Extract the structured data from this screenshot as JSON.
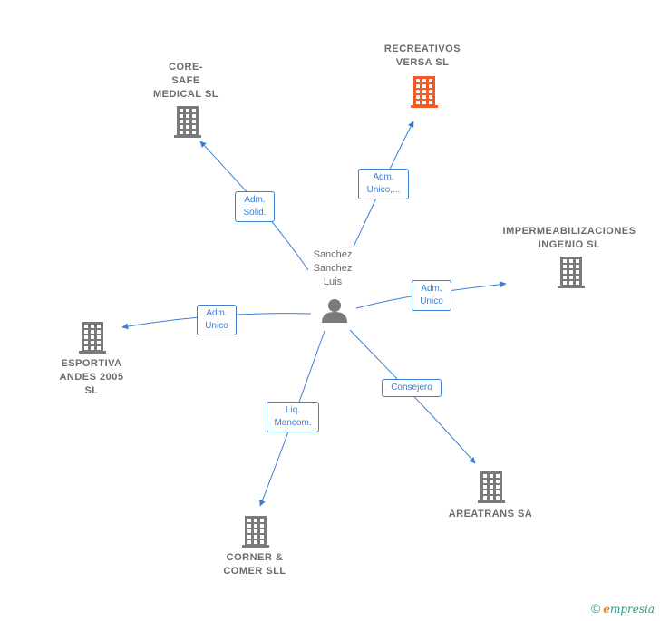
{
  "center": {
    "name_lines": [
      "Sanchez",
      "Sanchez",
      "Luis"
    ],
    "icon": "person-icon"
  },
  "companies": [
    {
      "id": "recreativos",
      "lines": [
        "RECREATIVOS",
        "VERSA  SL"
      ],
      "highlight": true,
      "icon": "building-icon"
    },
    {
      "id": "core",
      "lines": [
        "CORE-",
        "SAFE",
        "MEDICAL  SL"
      ],
      "highlight": false,
      "icon": "building-icon"
    },
    {
      "id": "imper",
      "lines": [
        "IMPERMEABILIZACIONES",
        "INGENIO  SL"
      ],
      "highlight": false,
      "icon": "building-icon"
    },
    {
      "id": "esportiva",
      "lines": [
        "ESPORTIVA",
        "ANDES 2005",
        "SL"
      ],
      "highlight": false,
      "icon": "building-icon"
    },
    {
      "id": "corner",
      "lines": [
        "CORNER &",
        "COMER SLL"
      ],
      "highlight": false,
      "icon": "building-icon"
    },
    {
      "id": "areatrans",
      "lines": [
        "AREATRANS SA"
      ],
      "highlight": false,
      "icon": "building-icon"
    }
  ],
  "edges": [
    {
      "to": "core",
      "lines": [
        "Adm.",
        "Solid."
      ]
    },
    {
      "to": "recreativos",
      "lines": [
        "Adm.",
        "Unico,..."
      ]
    },
    {
      "to": "imper",
      "lines": [
        "Adm.",
        "Unico"
      ]
    },
    {
      "to": "esportiva",
      "lines": [
        "Adm.",
        "Unico"
      ]
    },
    {
      "to": "corner",
      "lines": [
        "Liq.",
        "Mancom."
      ]
    },
    {
      "to": "areatrans",
      "lines": [
        "Consejero"
      ]
    }
  ],
  "colors": {
    "edge": "#3b7fd4",
    "building": "#7a7a7a",
    "highlight": "#f05a28",
    "person": "#7a7a7a"
  },
  "footer": {
    "copyright": "©",
    "brand_initial": "e",
    "brand_rest": "mpresia"
  }
}
